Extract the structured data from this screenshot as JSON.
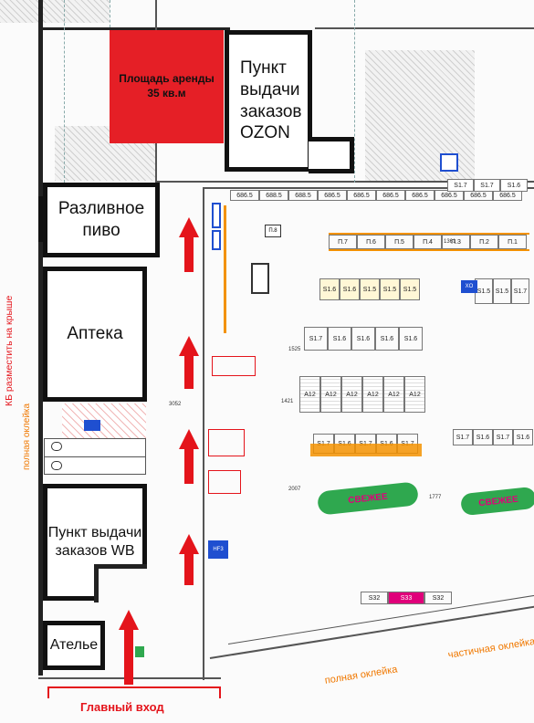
{
  "rooms": {
    "rental": "Площадь аренды 35 кв.м",
    "ozon": "Пункт выдачи заказов OZON",
    "beer": "Разливное пиво",
    "pharmacy": "Аптека",
    "wb": "Пункт выдачи заказов WB",
    "atelier": "Ателье"
  },
  "annotations": {
    "kb_roof": "КБ разместить на крыше",
    "full_wrap_left": "полная оклейка",
    "full_wrap_bottom": "полная оклейка",
    "partial_wrap": "частичная оклейка",
    "main_entrance": "Главный вход"
  },
  "fresh_islands": [
    "СВЕЖЕЕ",
    "СВЕЖЕЕ"
  ],
  "racks": {
    "top_row": [
      "686.5",
      "688.5",
      "688.5",
      "686.5",
      "686.5",
      "686.5",
      "686.5",
      "686.5",
      "686.5",
      "686.5"
    ],
    "row_p": [
      "П.7",
      "П.6",
      "П.5",
      "П.4",
      "П.3",
      "П.2",
      "П.1"
    ],
    "row_s16": [
      "S1.6",
      "S1.6",
      "S1.5",
      "S1.5",
      "S1.5"
    ],
    "row_s17": [
      "S1.7",
      "S1.6",
      "S1.6",
      "S1.6",
      "S1.6"
    ],
    "row_a": [
      "A12",
      "A12",
      "A12",
      "A12",
      "A12",
      "A12"
    ],
    "row_b": [
      "S1.7",
      "S1.6",
      "S1.7",
      "S1.6",
      "S1.7"
    ],
    "right_top": [
      "S1.7",
      "S1.7",
      "S1.6"
    ],
    "right_mid": [
      "S1.5",
      "S1.5",
      "S1.7"
    ],
    "right_low": [
      "S1.7",
      "S1.6",
      "S1.7",
      "S1.6"
    ],
    "bottom_row": [
      "S32",
      "S33",
      "S32"
    ]
  },
  "small_labels": {
    "xo": "XO",
    "hf3": "HF3",
    "dim_1": "3052",
    "dim_2": "1421",
    "dim_3": "1777",
    "dim_4": "2007",
    "dim_5": "1361",
    "dim_6": "1525"
  },
  "colors": {
    "rental_red": "#e51f26",
    "arrow_red": "#e4141b",
    "fresh_green": "#2fa84f",
    "fresh_text": "#e0007a",
    "annotation_orange": "#f07800"
  }
}
